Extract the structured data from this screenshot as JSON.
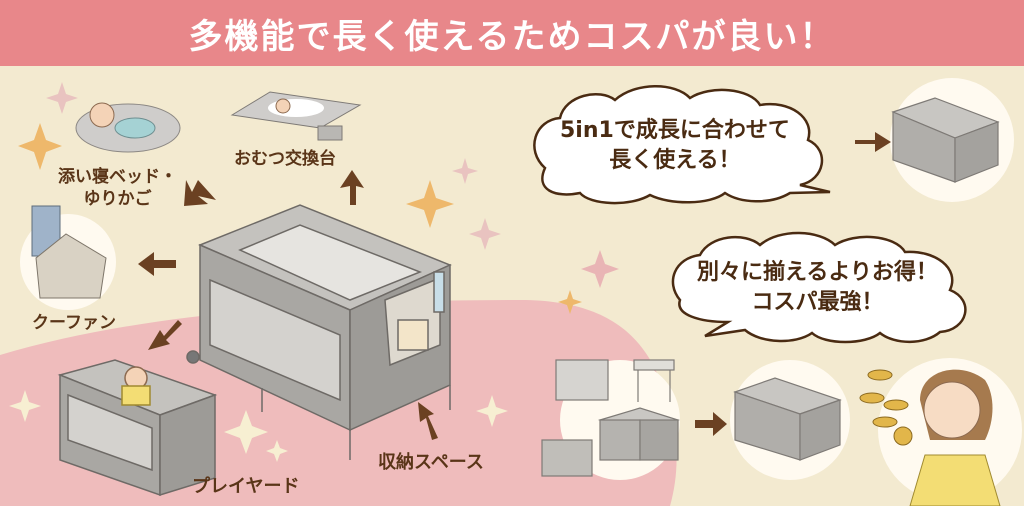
{
  "banner": {
    "title": "多機能で長く使えるためコスパが良い！"
  },
  "features": {
    "bedside": {
      "label_line1": "添い寝ベッド・",
      "label_line2": "ゆりかご"
    },
    "changing_table": {
      "label": "おむつ交換台"
    },
    "carrycot": {
      "label": "クーファン"
    },
    "playyard": {
      "label": "プレイヤード"
    },
    "storage": {
      "label": "収納スペース"
    }
  },
  "bubbles": {
    "top": {
      "line1": "5in1で成長に合わせて",
      "line2": "長く使える！"
    },
    "bottom": {
      "line1": "別々に揃えるよりお得！",
      "line2": "コスパ最強！"
    }
  },
  "colors": {
    "banner": "#e8878a",
    "background": "#f3ead0",
    "pink_area": "#efbcbc",
    "text_brown": "#5a3518",
    "arrow_brown": "#6b4122",
    "crib_gray": "#a9a7a3"
  }
}
